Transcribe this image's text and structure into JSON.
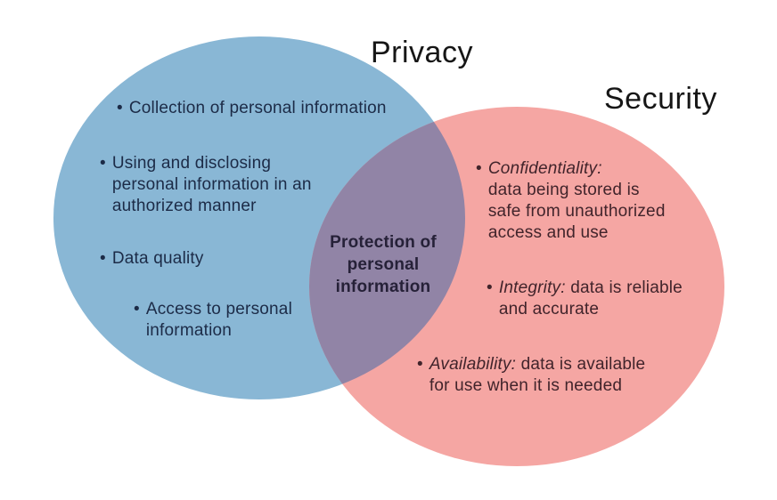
{
  "title": "Privacy and Security Venn Diagram",
  "bullet": "•",
  "colors": {
    "privacy_circle": "#89b7d5",
    "security_circle": "#f5a6a3",
    "overlap_region": "#9184a6",
    "privacy_text": "#1c2b47",
    "security_text": "#41242b",
    "overlap_text": "#262138",
    "heading_text": "#161616",
    "background": "#ffffff"
  },
  "venn": {
    "privacy": {
      "label": "Privacy",
      "items": [
        {
          "lines": [
            "Collection of personal information"
          ]
        },
        {
          "lines": [
            "Using and disclosing",
            "personal information in an",
            "authorized manner"
          ]
        },
        {
          "lines": [
            "Data quality"
          ]
        },
        {
          "lines": [
            "Access to personal",
            "information"
          ]
        }
      ]
    },
    "security": {
      "label": "Security",
      "items": [
        {
          "lead": "Confidentiality:",
          "rest": "",
          "lines": [
            "data being stored is",
            "safe from unauthorized",
            "access and use"
          ]
        },
        {
          "lead": "Integrity:",
          "rest": " data is reliable",
          "lines": [
            "and accurate"
          ]
        },
        {
          "lead": "Availability:",
          "rest": " data is available",
          "lines": [
            "for use when it is needed"
          ]
        }
      ]
    },
    "overlap": {
      "lines": [
        "Protection of",
        "personal",
        "information"
      ]
    }
  }
}
